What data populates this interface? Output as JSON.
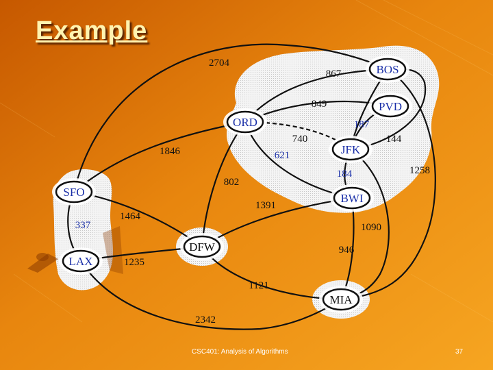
{
  "slide": {
    "title": "Example",
    "footer_course": "CSC401: Analysis of Algorithms",
    "page_number": "37"
  },
  "graph": {
    "nodes": [
      {
        "id": "SFO",
        "label": "SFO",
        "color": "#1a2fa8"
      },
      {
        "id": "LAX",
        "label": "LAX",
        "color": "#1a2fa8"
      },
      {
        "id": "ORD",
        "label": "ORD",
        "color": "#1a2fa8"
      },
      {
        "id": "DFW",
        "label": "DFW",
        "color": "#111111"
      },
      {
        "id": "JFK",
        "label": "JFK",
        "color": "#1a2fa8"
      },
      {
        "id": "BOS",
        "label": "BOS",
        "color": "#1a2fa8"
      },
      {
        "id": "PVD",
        "label": "PVD",
        "color": "#1a2fa8"
      },
      {
        "id": "BWI",
        "label": "BWI",
        "color": "#1a2fa8"
      },
      {
        "id": "MIA",
        "label": "MIA",
        "color": "#111111"
      }
    ],
    "edges": [
      {
        "from": "SFO",
        "to": "BOS",
        "weight": "2704",
        "highlight": false
      },
      {
        "from": "ORD",
        "to": "BOS",
        "weight": "867",
        "highlight": false
      },
      {
        "from": "ORD",
        "to": "PVD",
        "weight": "849",
        "highlight": false
      },
      {
        "from": "ORD",
        "to": "JFK",
        "weight": "740",
        "highlight": false,
        "dashed": true
      },
      {
        "from": "JFK",
        "to": "PVD",
        "weight": "187",
        "highlight": true
      },
      {
        "from": "JFK",
        "to": "BOS",
        "weight": "144",
        "highlight": false
      },
      {
        "from": "SFO",
        "to": "ORD",
        "weight": "1846",
        "highlight": false
      },
      {
        "from": "ORD",
        "to": "BWI",
        "weight": "621",
        "highlight": true
      },
      {
        "from": "JFK",
        "to": "BWI",
        "weight": "184",
        "highlight": true
      },
      {
        "from": "BOS",
        "to": "MIA",
        "weight": "1258",
        "highlight": false
      },
      {
        "from": "ORD",
        "to": "DFW",
        "weight": "802",
        "highlight": false
      },
      {
        "from": "SFO",
        "to": "LAX",
        "weight": "337",
        "highlight": true
      },
      {
        "from": "SFO",
        "to": "DFW",
        "weight": "1464",
        "highlight": false
      },
      {
        "from": "DFW",
        "to": "BWI",
        "weight": "1391",
        "highlight": false
      },
      {
        "from": "JFK",
        "to": "MIA",
        "weight": "1090",
        "highlight": false
      },
      {
        "from": "BWI",
        "to": "MIA",
        "weight": "946",
        "highlight": false
      },
      {
        "from": "LAX",
        "to": "DFW",
        "weight": "1235",
        "highlight": false
      },
      {
        "from": "DFW",
        "to": "MIA",
        "weight": "1121",
        "highlight": false
      },
      {
        "from": "LAX",
        "to": "MIA",
        "weight": "2342",
        "highlight": false
      }
    ],
    "colors": {
      "background_dark": "#c85a00",
      "background_light": "#f3a11e",
      "edge": "#111111",
      "highlight_label": "#1a2fa8",
      "cloud": "#f1f1f1"
    }
  }
}
